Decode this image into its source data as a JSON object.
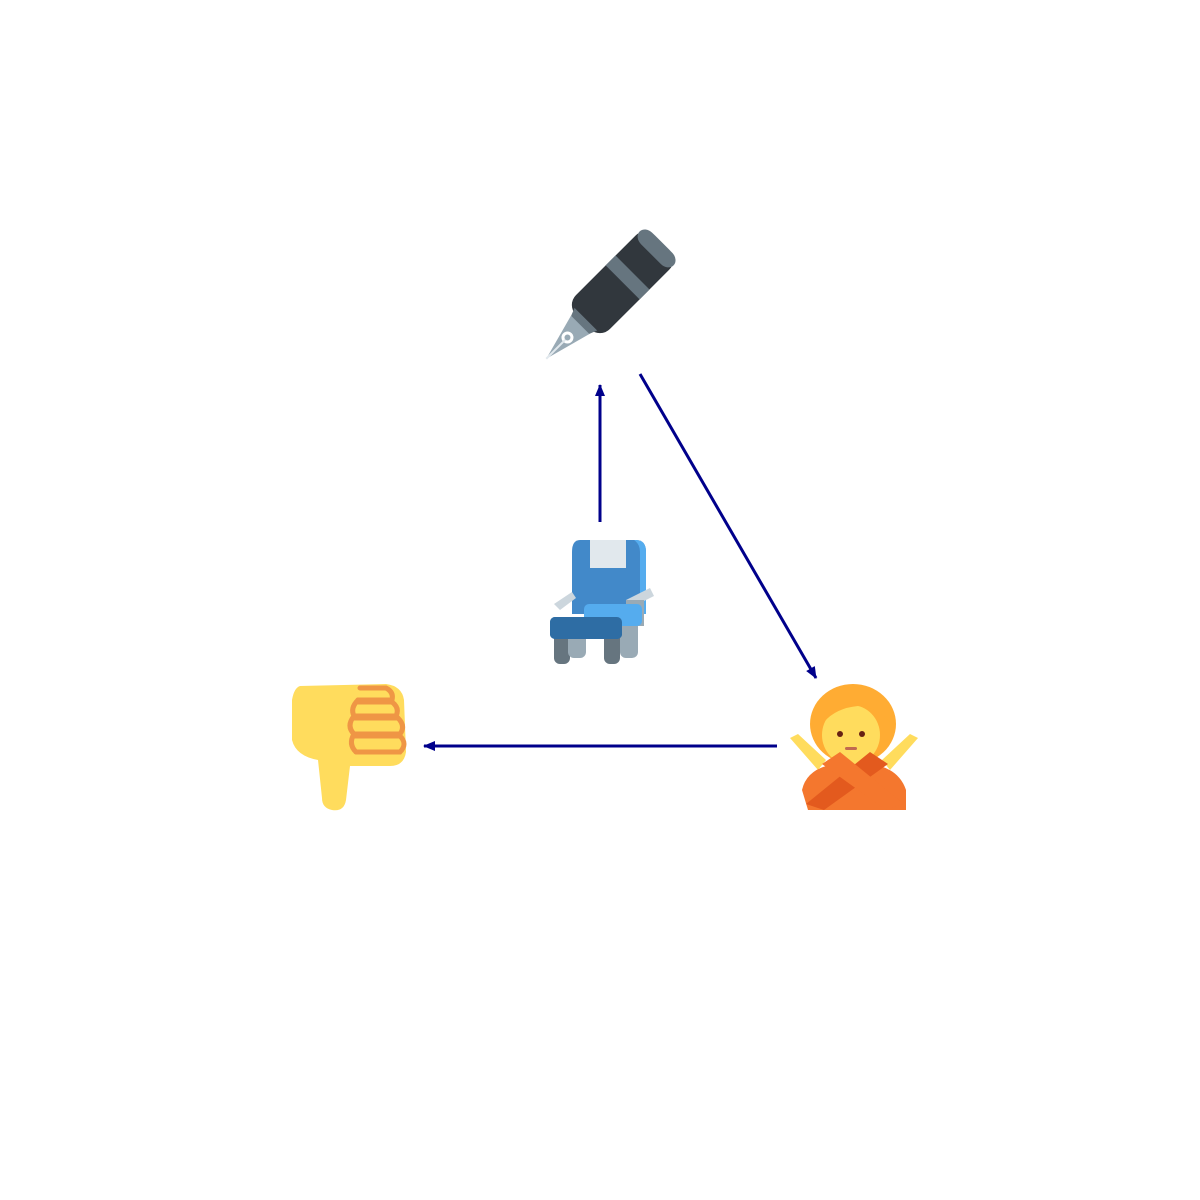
{
  "diagram": {
    "background": "#ffffff",
    "edge_color": "#00008b",
    "nodes": [
      {
        "id": "fountain-pen",
        "icon": "fountain-pen-icon"
      },
      {
        "id": "seat",
        "icon": "seat-icon"
      },
      {
        "id": "person-gesturing-no",
        "icon": "person-gesturing-no-icon"
      },
      {
        "id": "thumbs-down",
        "icon": "thumbs-down-icon"
      }
    ],
    "edges": [
      {
        "from": "seat",
        "to": "fountain-pen"
      },
      {
        "from": "fountain-pen",
        "to": "person-gesturing-no"
      },
      {
        "from": "person-gesturing-no",
        "to": "thumbs-down"
      }
    ]
  }
}
